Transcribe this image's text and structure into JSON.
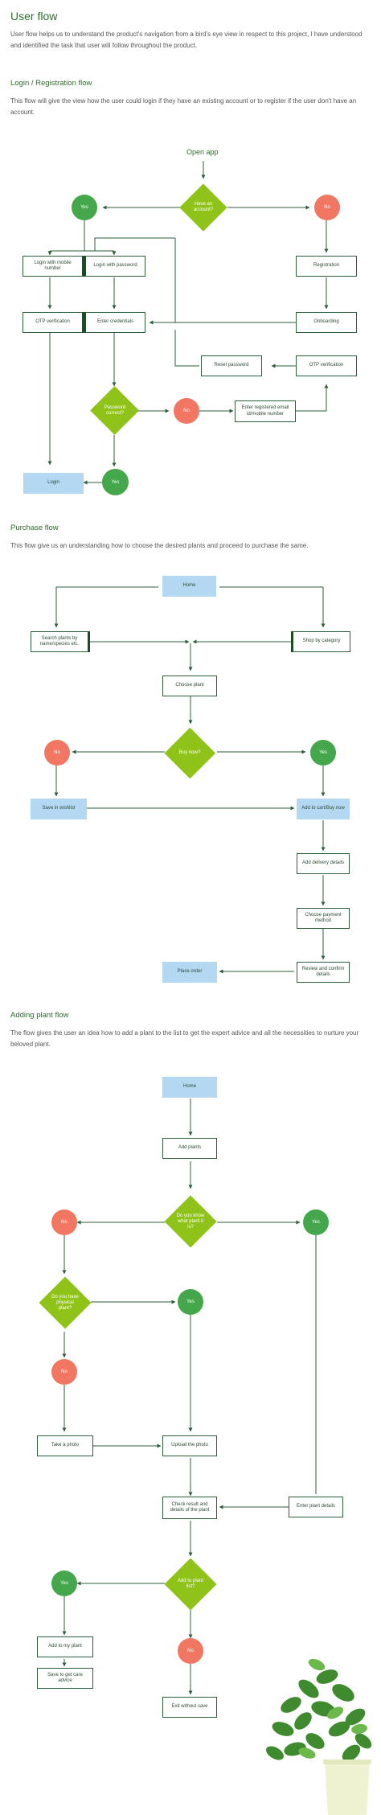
{
  "title": "User flow",
  "intro": "User flow helps us to understand the product's navigation from a bird's eye view in respect to this project, I have understood and identified the task that user will follow throughout the product.",
  "login": {
    "heading": "Login / Registration flow",
    "desc": "This flow will give the view how the user could login if they have an existing account or to register if the user don't have an account.",
    "start": "Open app",
    "have_account": "Have an account?",
    "yes": "Yes",
    "no": "No",
    "login_mobile": "Login with mobile number",
    "login_password": "Login with password",
    "otp_left": "OTP verification",
    "enter_credentials": "Enter credentials",
    "password_correct": "Password correct?",
    "no2": "No",
    "enter_registered": "Enter registered email id/mobile number",
    "login_btn": "Login",
    "yes2": "Yes",
    "registration": "Registration",
    "onboarding": "Onboarding",
    "otp_right": "OTP verification",
    "reset_password": "Reset password"
  },
  "purchase": {
    "heading": "Purchase flow",
    "desc": "This flow give us an understanding how to choose the desired plants and proceed to purchase the same.",
    "home": "Home",
    "search": "Search plants by name/species etc.",
    "shop_category": "Shop by category",
    "choose_plant": "Choose plant",
    "buy_now": "Buy now?",
    "no": "No",
    "yes": "Yes",
    "wishlist": "Save in wishlist",
    "add_cart": "Add to cart/Buy now",
    "delivery": "Add delivery details",
    "payment": "Choose payment method",
    "review": "Review and confirm details",
    "place_order": "Place order"
  },
  "adding": {
    "heading": "Adding plant flow",
    "desc": "The flow gives the user an idea how to add a plant to the list to get the expert advice and all the necessities to nurture your beloved plant.",
    "home": "Home",
    "add_plants": "Add plants",
    "know_plant": "Do you know what plant it is?",
    "no": "No",
    "yes": "Yes",
    "physical_plant": "Do you have physical plant?",
    "yes2": "Yes",
    "no2": "No",
    "take_photo": "Take a photo",
    "upload_photo": "Upload the photo",
    "check_result": "Check result and details of the plant",
    "enter_details": "Enter plant details",
    "add_plant_list": "Add to plant list?",
    "yes3": "Yes",
    "no3": "No",
    "add_my_plant": "Add to my plant",
    "save_advice": "Save to get care advice",
    "exit": "Exit without save"
  },
  "colors": {
    "heading": "#2e6b2e",
    "border": "#2e5d3a",
    "yes": "#44a74b",
    "no": "#f27763",
    "decision": "#90c31a",
    "highlight": "#b4d8f2"
  }
}
